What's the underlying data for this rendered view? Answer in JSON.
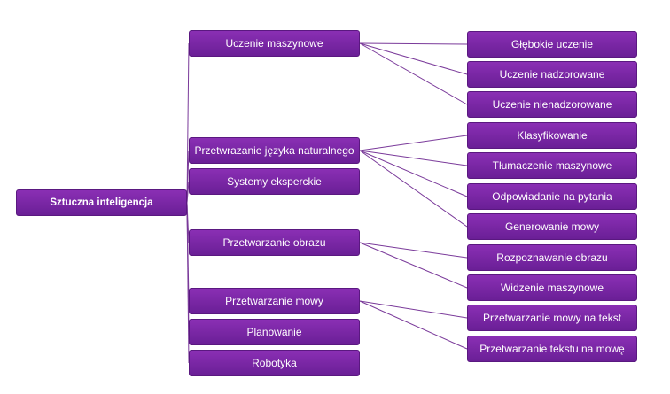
{
  "colors": {
    "node_fill_top": "#8a2fb4",
    "node_fill_bottom": "#6a1f96",
    "node_border": "#5a1880",
    "connector": "#7a3a9a",
    "text": "#ffffff"
  },
  "diagram": {
    "root": {
      "id": "root",
      "label": "Sztuczna  inteligencja"
    },
    "categories": [
      {
        "id": "ml",
        "label": "Uczenie  maszynowe",
        "children": [
          {
            "id": "deep",
            "label": "Głębokie  uczenie"
          },
          {
            "id": "supervised",
            "label": "Uczenie  nadzorowane"
          },
          {
            "id": "unsupervised",
            "label": "Uczenie  nienadzorowane"
          }
        ]
      },
      {
        "id": "nlp",
        "label": "Przetwrazanie  języka naturalnego",
        "children": [
          {
            "id": "classify",
            "label": "Klasyfikowanie"
          },
          {
            "id": "mt",
            "label": "Tłumaczenie  maszynowe"
          },
          {
            "id": "qa",
            "label": "Odpowiadanie  na pytania"
          },
          {
            "id": "speechgen",
            "label": "Generowanie  mowy"
          }
        ]
      },
      {
        "id": "expert",
        "label": "Systemy  eksperckie",
        "children": []
      },
      {
        "id": "vision",
        "label": "Przetwarzanie  obrazu",
        "children": [
          {
            "id": "imgrec",
            "label": "Rozpoznawanie  obrazu"
          },
          {
            "id": "machinevision",
            "label": "Widzenie  maszynowe"
          }
        ]
      },
      {
        "id": "speech",
        "label": "Przetwarzanie  mowy",
        "children": [
          {
            "id": "stt",
            "label": "Przetwarzanie  mowy na tekst"
          },
          {
            "id": "tts",
            "label": "Przetwarzanie  tekstu na mowę"
          }
        ]
      },
      {
        "id": "planning",
        "label": "Planowanie",
        "children": []
      },
      {
        "id": "robotics",
        "label": "Robotyka",
        "children": []
      }
    ]
  }
}
